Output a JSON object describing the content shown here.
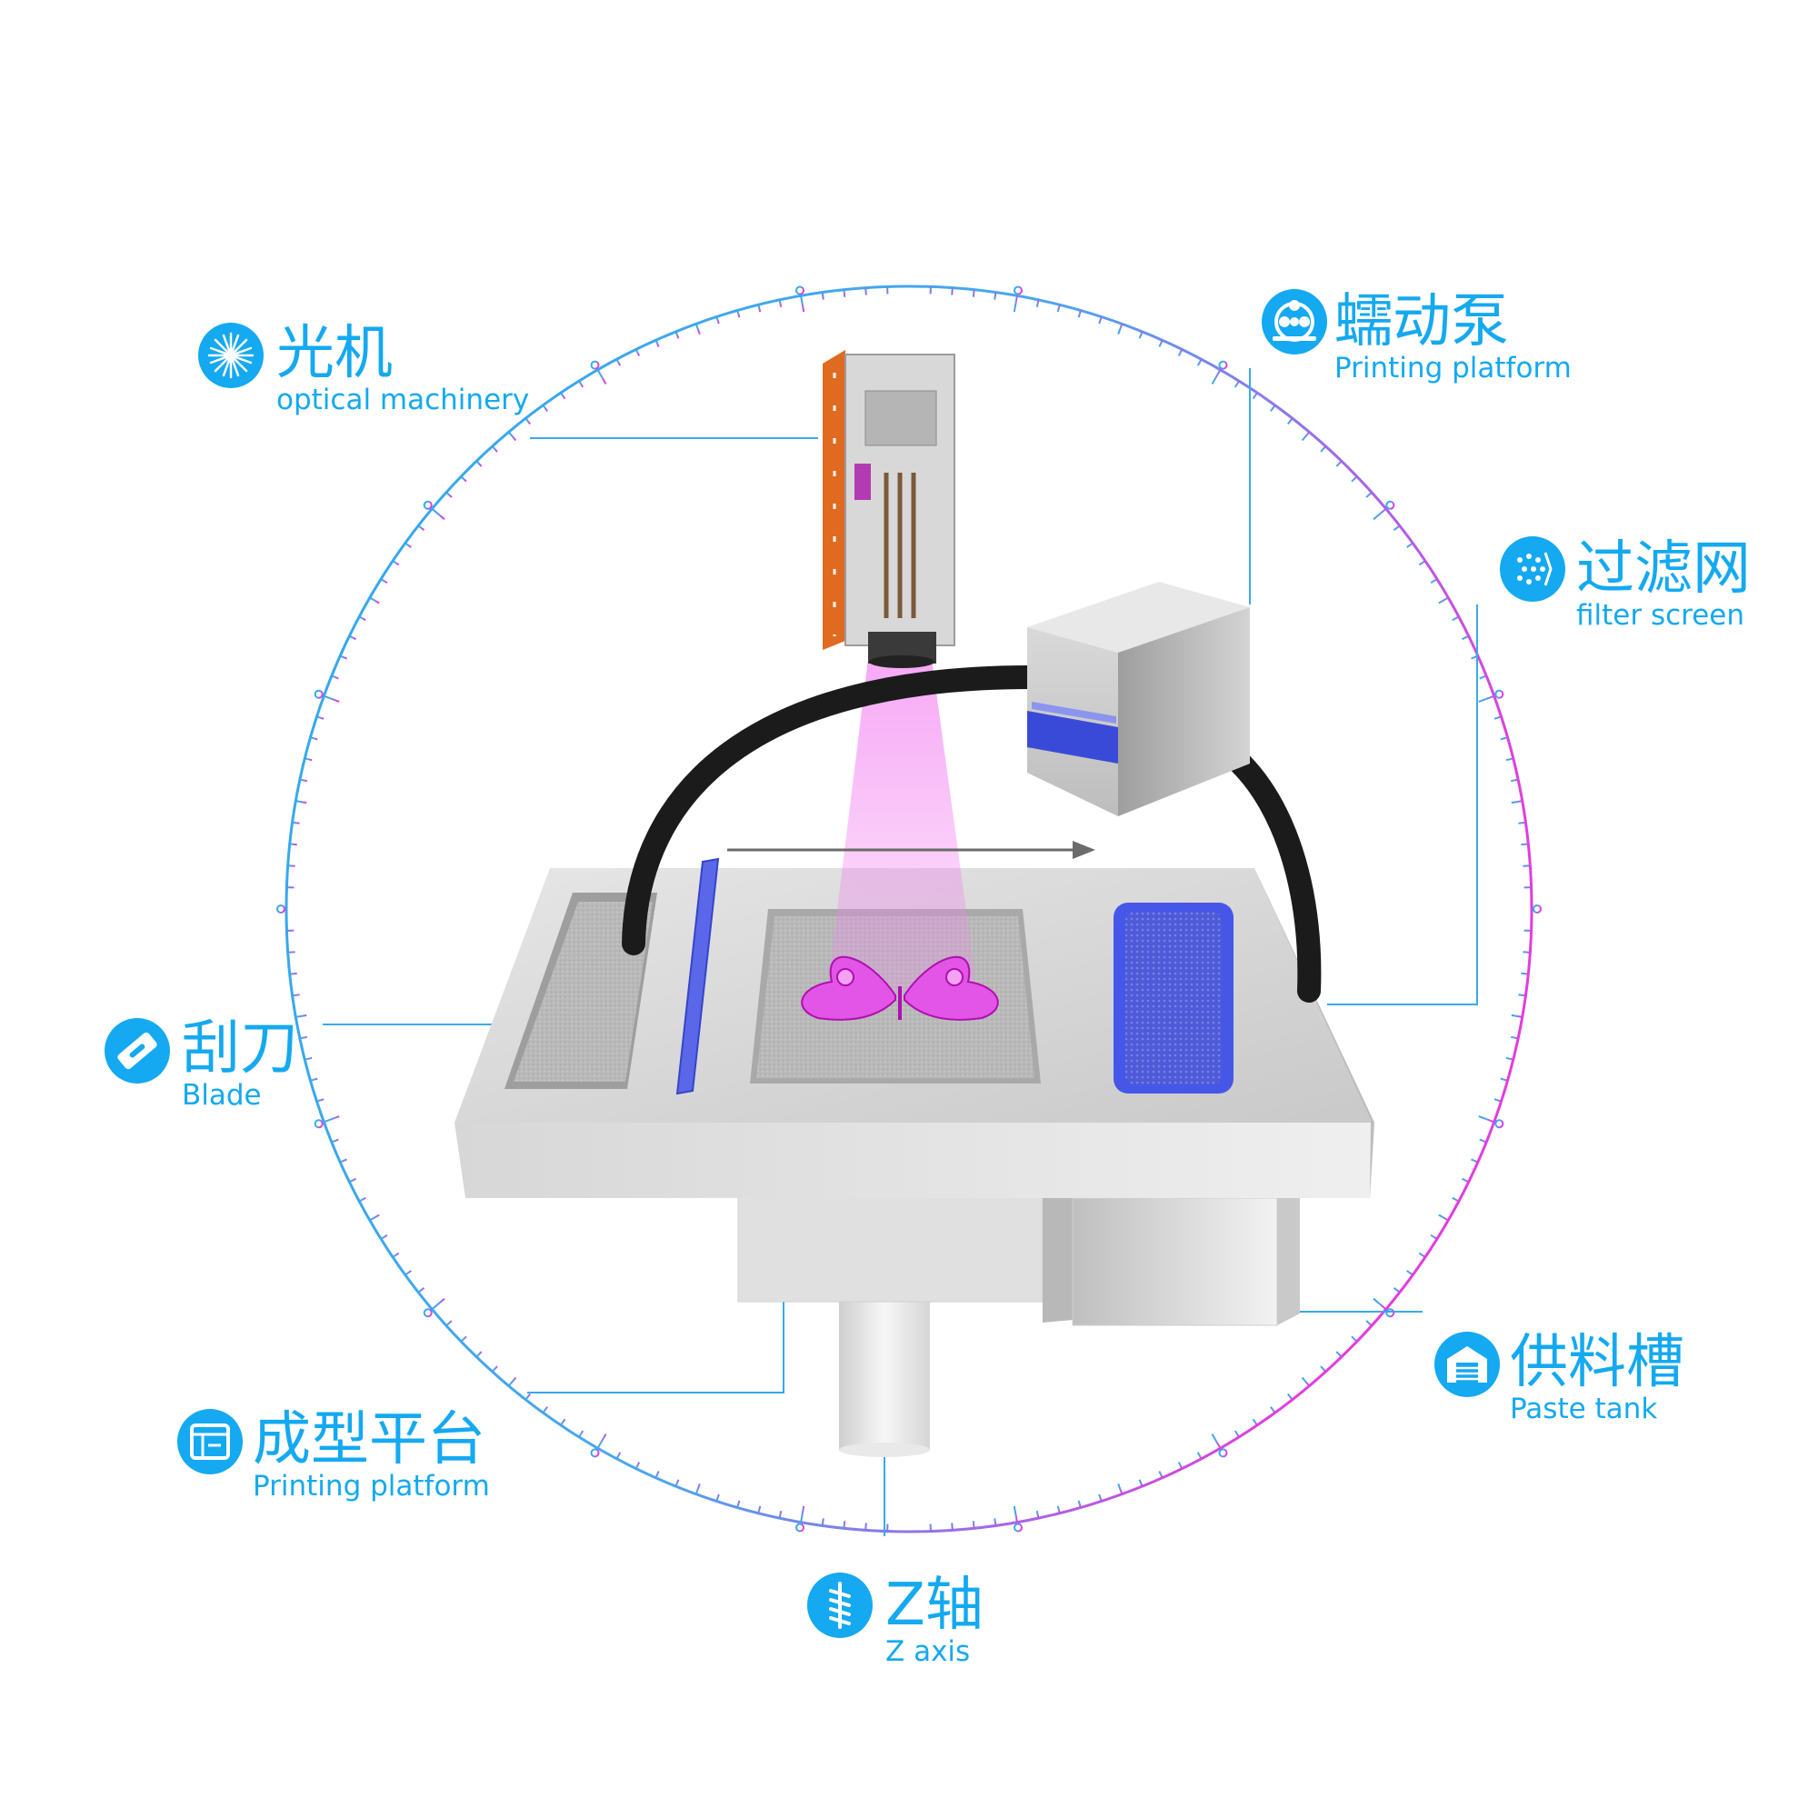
{
  "colors": {
    "label_blue": "#14a9f0",
    "ring_start": "#2fa8ee",
    "ring_end": "#e23ce0",
    "leader": "#3aaae8",
    "uv_light": "#e255e6",
    "pattern": "#d91ed4",
    "accent_blue": "#4657e8"
  },
  "labels": {
    "optical_machinery": {
      "zh": "光机",
      "en": "optical machinery",
      "icon": "starburst-icon"
    },
    "peristaltic_pump": {
      "zh": "蠕动泵",
      "en": "Printing platform",
      "icon": "pump-rotor-icon"
    },
    "filter_screen": {
      "zh": "过滤网",
      "en": "filter screen",
      "icon": "filter-dots-icon"
    },
    "blade": {
      "zh": "刮刀",
      "en": "Blade",
      "icon": "razor-blade-icon"
    },
    "printing_platform": {
      "zh": "成型平台",
      "en": "Printing platform",
      "icon": "platform-drawer-icon"
    },
    "paste_tank": {
      "zh": "供料槽",
      "en": "Paste tank",
      "icon": "warehouse-icon"
    },
    "z_axis": {
      "zh": "Z轴",
      "en": "Z axis",
      "icon": "screw-spiral-icon"
    }
  }
}
